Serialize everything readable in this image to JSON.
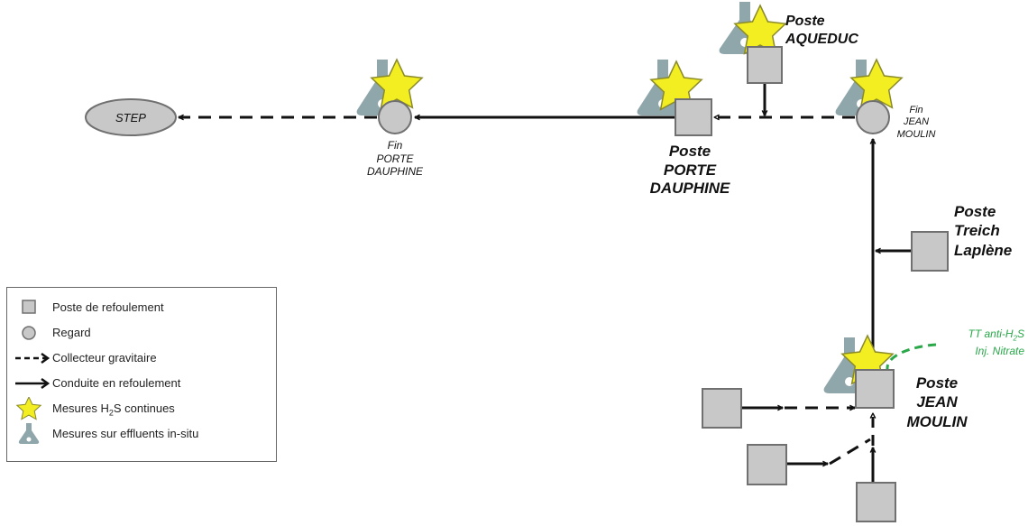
{
  "nodes": {
    "step": "STEP",
    "fin_porte_dauphine": [
      "Fin",
      "PORTE",
      "DAUPHINE"
    ],
    "poste_porte_dauphine": [
      "Poste",
      "PORTE",
      "DAUPHINE"
    ],
    "poste_aqueduc": [
      "Poste",
      "AQUEDUC"
    ],
    "fin_jean_moulin": [
      "Fin",
      "JEAN",
      "MOULIN"
    ],
    "poste_treich_laplene": [
      "Poste",
      "Treich",
      "Laplène"
    ],
    "poste_jean_moulin": [
      "Poste",
      "JEAN",
      "MOULIN"
    ]
  },
  "treatment": {
    "line1_prefix": "TT anti-H",
    "line1_sub": "2",
    "line1_suffix": "S",
    "line2": "Inj. Nitrate",
    "color": "#2aa84a"
  },
  "legend": {
    "items": [
      {
        "symbol": "square",
        "label": "Poste de refoulement"
      },
      {
        "symbol": "circle",
        "label": "Regard"
      },
      {
        "symbol": "dashed-arrow",
        "label": "Collecteur gravitaire"
      },
      {
        "symbol": "solid-arrow",
        "label": "Conduite en refoulement"
      },
      {
        "symbol": "star",
        "label_prefix": "Mesures H",
        "label_sub": "2",
        "label_suffix": "S continues"
      },
      {
        "symbol": "flask",
        "label": "Mesures sur effluents in-situ"
      }
    ]
  },
  "colors": {
    "node_fill": "#c8c8c8",
    "node_stroke": "#707070",
    "star_fill": "#f2ee22",
    "star_stroke": "#8a8a2a",
    "flask_fill": "#8fa6ab",
    "line": "#111111"
  }
}
